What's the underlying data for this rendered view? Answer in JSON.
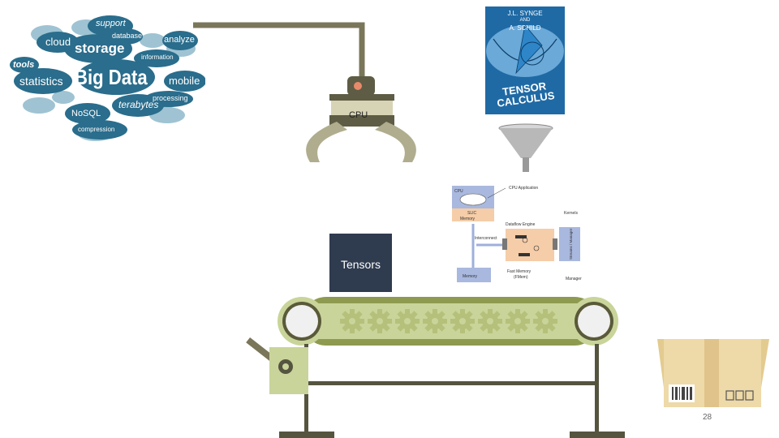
{
  "cpu": {
    "label": "CPU"
  },
  "tensors": {
    "label": "Tensors"
  },
  "page_number": "28",
  "book": {
    "authors_line1": "J.L. SYNGE",
    "authors_line2": "AND",
    "authors_line3": "A. SCHILD",
    "title_line1": "TENSOR",
    "title_line2": "CALCULUS"
  },
  "big_data_cloud": {
    "center": "Big Data",
    "words": [
      "support",
      "cloud",
      "database",
      "storage",
      "analyze",
      "information",
      "tools",
      "statistics",
      "mobile",
      "processing",
      "terabytes",
      "NoSQL",
      "compression"
    ]
  },
  "architecture": {
    "cpu_box": "CPU",
    "slic_line1": "SLIC",
    "slic_line2": "Memory",
    "cpu_application": "CPU Application",
    "kernels": "Kernels",
    "dataflow_engine": "Dataflow Engine",
    "interconnect": "Interconnect",
    "streams": "Streams / Manager",
    "fast_memory_line1": "Fast Memory",
    "fast_memory_line2": "(FMem)",
    "memory": "Memory",
    "manager": "Manager"
  },
  "colors": {
    "arm": "#7a7659",
    "claw": "#b0ad8f",
    "claw_dark": "#4c4a35",
    "belt": "#8e9a4f",
    "belt_light": "#c9d49a",
    "gear": "#b5c07a",
    "frame": "#55543f",
    "box": "#eed9a8",
    "cloud_dark": "#2a6d8c",
    "cloud_light": "#9fc3d2",
    "book_blue": "#1f6aa5"
  }
}
